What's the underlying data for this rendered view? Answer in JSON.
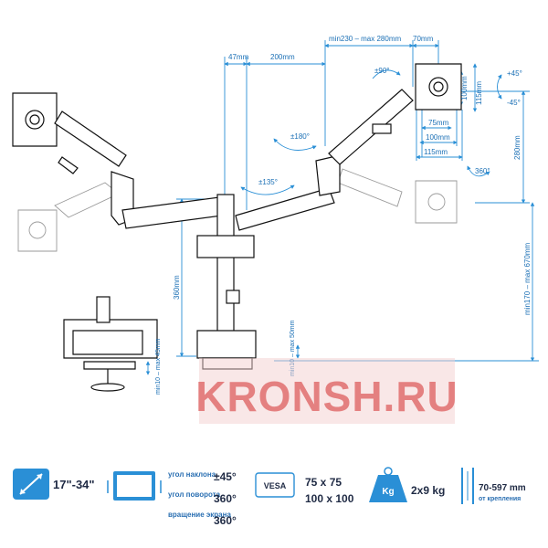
{
  "dimensions": {
    "d47": "47mm",
    "d200": "200mm",
    "d230": "min230 – max 280mm",
    "d70": "70mm",
    "d100v": "100mm",
    "d115v": "115mm",
    "d75h": "75mm",
    "d100h": "100mm",
    "d115h": "115mm",
    "d280": "280mm",
    "d360": "360mm",
    "d170": "min170 – max 670mm",
    "clamp_left": "min10 – max 45mm",
    "clamp_mid": "min10 – max 50mm"
  },
  "angles": {
    "a90": "±90°",
    "a180": "±180°",
    "a135": "±135°",
    "a45p": "+45°",
    "a45m": "-45°",
    "a360": "360°"
  },
  "watermark": "KRONSH.RU",
  "specs": {
    "screen_size": "17\"-34\"",
    "tilt_label": "угол наклона",
    "tilt_value": "±45°",
    "swivel_label": "угол поворота",
    "swivel_value": "360°",
    "rotate_label": "вращение экрана",
    "rotate_value": "360°",
    "vesa_badge": "VESA",
    "vesa_1": "75 x 75",
    "vesa_2": "100 x 100",
    "weight_badge": "Kg",
    "weight": "2x9 kg",
    "thickness": "70-597 mm",
    "thickness_label": "от крепления"
  },
  "colors": {
    "dimension_blue": "#1a6fb5",
    "watermark_red": "#d62a2a",
    "spec_navy": "#1f2a44"
  }
}
